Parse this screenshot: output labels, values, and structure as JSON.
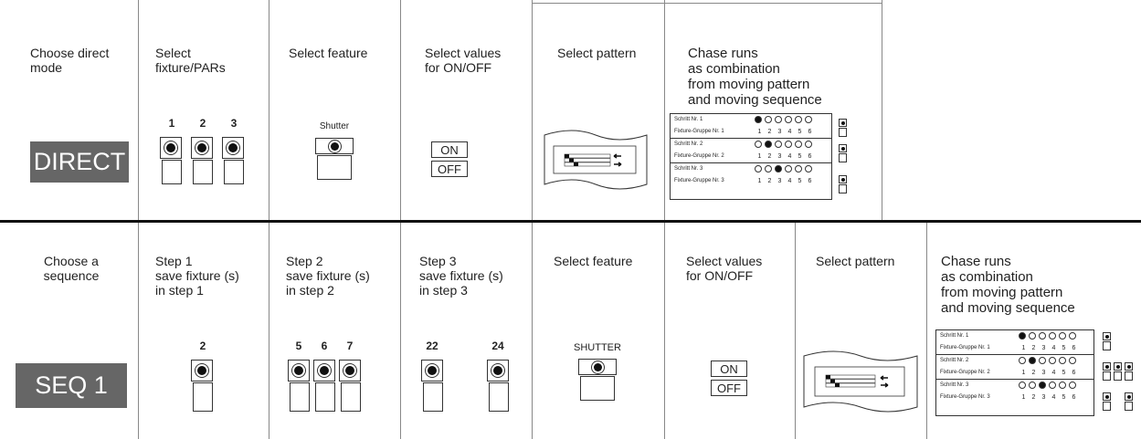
{
  "direct": {
    "titles": {
      "mode": "Choose direct\n mode",
      "fixture": "Select\nfixture/PARs",
      "feature": "Select feature",
      "values": "Select values\nfor ON/OFF",
      "pattern": "Select pattern",
      "chase": "Chase runs\nas combination\nfrom moving pattern\nand moving sequence"
    },
    "mode_button": "DIRECT",
    "fixture_numbers": [
      "1",
      "2",
      "3"
    ],
    "feature_label": "Shutter",
    "on_label": "ON",
    "off_label": "OFF"
  },
  "seq": {
    "titles": {
      "mode": "Choose a\nsequence",
      "step1": "Step 1\nsave fixture (s)\nin step 1",
      "step2": "Step 2\nsave fixture (s)\nin step 2",
      "step3": "Step 3\nsave fixture (s)\nin step 3",
      "feature": "Select feature",
      "values": "Select values\nfor ON/OFF",
      "pattern": "Select pattern",
      "chase": "Chase runs\nas combination\nfrom moving pattern\nand moving sequence"
    },
    "mode_button": "SEQ 1",
    "step1_numbers": [
      "2"
    ],
    "step2_numbers": [
      "5",
      "6",
      "7"
    ],
    "step3_numbers": [
      "22",
      "24"
    ],
    "feature_label": "SHUTTER",
    "on_label": "ON",
    "off_label": "OFF"
  },
  "chase_table": {
    "rows": [
      {
        "step": "Schritt Nr. 1",
        "group": "Fixture-Gruppe  Nr. 1",
        "active": 1
      },
      {
        "step": "Schritt Nr. 2",
        "group": "Fixture-Gruppe Nr. 2",
        "active": 2
      },
      {
        "step": "Schritt Nr. 3",
        "group": "Fixture-Gruppe Nr. 3",
        "active": 3
      }
    ],
    "numbers": [
      "1",
      "2",
      "3",
      "4",
      "5",
      "6"
    ]
  }
}
